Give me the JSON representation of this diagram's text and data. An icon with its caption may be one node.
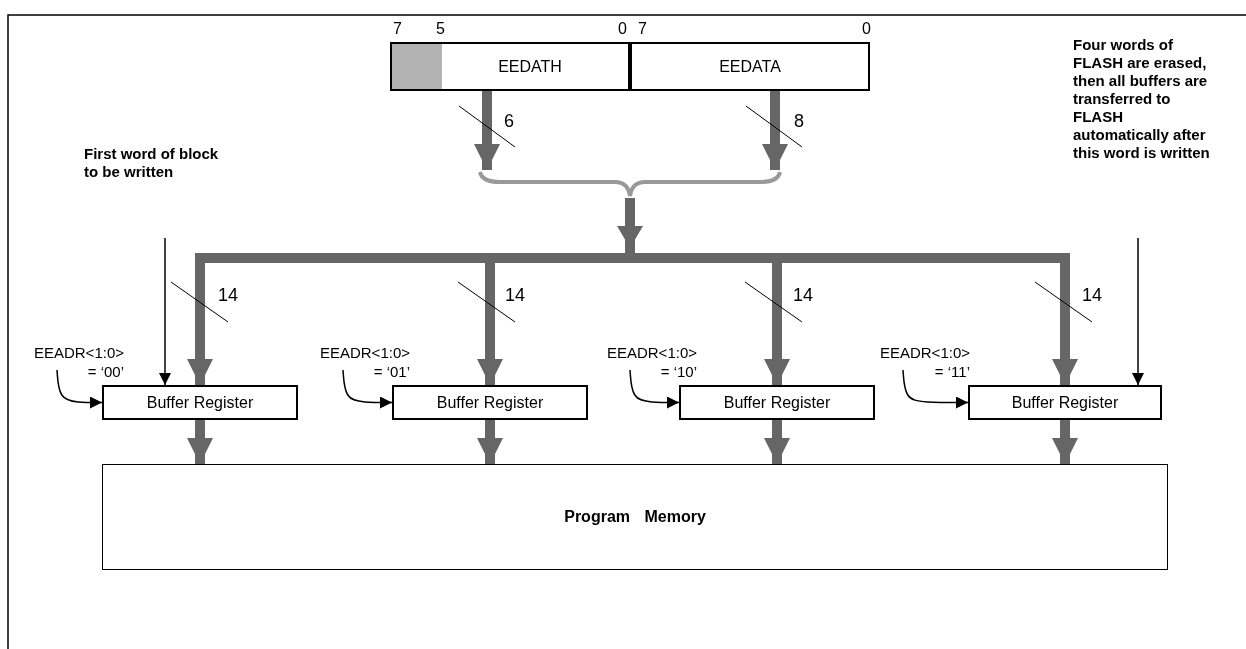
{
  "diagram": {
    "nodes": [
      {
        "text": [
          "EEDATH"
        ],
        "beside": [
          "7",
          "5",
          "0"
        ]
      },
      {
        "text": [
          "EEDATA"
        ],
        "beside": [
          "7",
          "0"
        ]
      },
      {
        "text": [],
        "shape": "brace"
      },
      {
        "text": [
          "First word of block to be written"
        ]
      },
      {
        "text": [
          "Four words of FLASH are erased, then all buffers are transferred to FLASH automatically after this word is written"
        ]
      },
      {
        "text": [
          "EEADR<1:0> = ‘00’"
        ]
      },
      {
        "text": [
          "EEADR<1:0> = ‘01’"
        ]
      },
      {
        "text": [
          "EEADR<1:0> = ‘10’"
        ]
      },
      {
        "text": [
          "EEADR<1:0> = ‘11’"
        ]
      },
      {
        "text": [
          "Buffer Register"
        ]
      },
      {
        "text": [
          "Buffer Register"
        ]
      },
      {
        "text": [
          "Buffer Register"
        ]
      },
      {
        "text": [
          "Buffer Register"
        ]
      },
      {
        "text": [
          "Program Memory"
        ]
      }
    ],
    "edges": [
      {
        "from": 0,
        "to": 2,
        "arrow": "to"
      },
      {
        "from": 1,
        "to": 2,
        "arrow": "to"
      },
      {
        "from": 2,
        "to": 9,
        "arrow": "to"
      },
      {
        "from": 2,
        "to": 10,
        "arrow": "to"
      },
      {
        "from": 2,
        "to": 11,
        "arrow": "to"
      },
      {
        "from": 2,
        "to": 12,
        "arrow": "to"
      },
      {
        "from": 9,
        "to": 13,
        "arrow": "to"
      },
      {
        "from": 10,
        "to": 13,
        "arrow": "to"
      },
      {
        "from": 11,
        "to": 13,
        "arrow": "to"
      },
      {
        "from": 12,
        "to": 13,
        "arrow": "to"
      },
      {
        "from": 3,
        "to": 9,
        "arrow": "to",
        "color": "#000000"
      },
      {
        "from": 4,
        "to": 12,
        "arrow": "to",
        "color": "#000000"
      },
      {
        "from": 5,
        "to": 9,
        "arrow": "to",
        "color": "#000000"
      },
      {
        "from": 6,
        "to": 10,
        "arrow": "to",
        "color": "#000000"
      },
      {
        "from": 7,
        "to": 11,
        "arrow": "to",
        "color": "#000000"
      },
      {
        "from": 8,
        "to": 12,
        "arrow": "to",
        "color": "#000000"
      }
    ],
    "labels": [
      "6",
      "8",
      "14",
      "14",
      "14",
      "14"
    ]
  }
}
